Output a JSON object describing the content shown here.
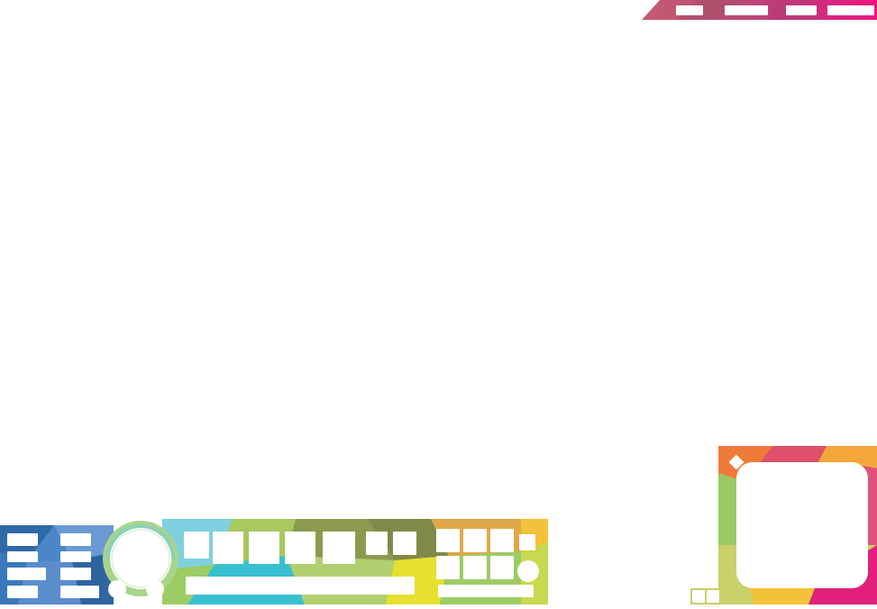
{
  "texts": [],
  "hud": {
    "menu": {
      "buttons": [
        {
          "id": "menu-button-1",
          "label": ""
        },
        {
          "id": "menu-button-2",
          "label": ""
        },
        {
          "id": "menu-button-3",
          "label": ""
        },
        {
          "id": "menu-button-4",
          "label": ""
        }
      ]
    },
    "stats": {
      "rows": 4,
      "cols": 2
    },
    "skills": {
      "count": 5
    },
    "small_slots": {
      "count": 2
    },
    "inventory": {
      "rows": 2,
      "cols": 3
    },
    "minimap": {
      "corner_slots": 2
    }
  },
  "colors": {
    "menu_bar": [
      "#c2566c",
      "#d53f7d",
      "#e0307f",
      "#f0187e"
    ],
    "stats_panel": [
      "#3f7bc0",
      "#5a8fd0",
      "#2f6aa8",
      "#7aa8e0"
    ],
    "skill_bar": [
      "#6fd0e0",
      "#9ccc64",
      "#8aa84a",
      "#e6e030",
      "#38c0d0",
      "#a8d06a",
      "#d8b83a"
    ],
    "inventory_panel": [
      "#e9a83c",
      "#f2c33a",
      "#c8c840",
      "#e06a4a"
    ],
    "minimap_frame": [
      "#e0506a",
      "#f07a3a",
      "#f4c238",
      "#c8d06a",
      "#e0207a",
      "#9cc864"
    ]
  }
}
